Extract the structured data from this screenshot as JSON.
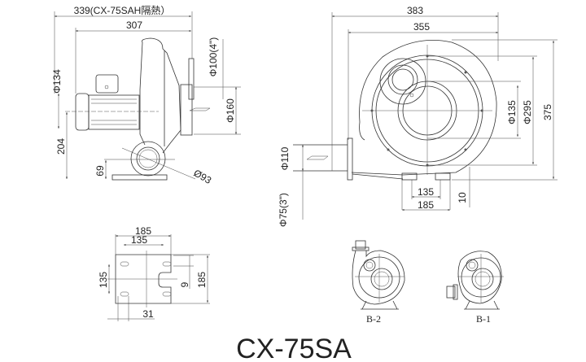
{
  "title": "CX-75SA",
  "side_view": {
    "overall_length": "339(CX-75SAH隔熱）",
    "length": "307",
    "motor_diameter": "Φ134",
    "outlet_diameter": "Φ100(4\")",
    "flange_diameter": "Φ160",
    "height": "204",
    "base_height": "69",
    "inlet_diameter": "Ø93"
  },
  "front_view": {
    "overall_width": "383",
    "width": "355",
    "inner_diameter": "Φ135",
    "pcd_diameter": "Φ295",
    "height": "375",
    "outlet_flange": "Φ110",
    "outlet_pipe": "Φ75(3\")",
    "foot_inner": "135",
    "foot_outer": "185",
    "foot_height": "10"
  },
  "base_plan": {
    "width_outer": "185",
    "width_inner": "135",
    "depth_inner": "135",
    "slot": "9",
    "depth_outer": "185",
    "offset": "31"
  },
  "variants": [
    "B-2",
    "B-1"
  ]
}
